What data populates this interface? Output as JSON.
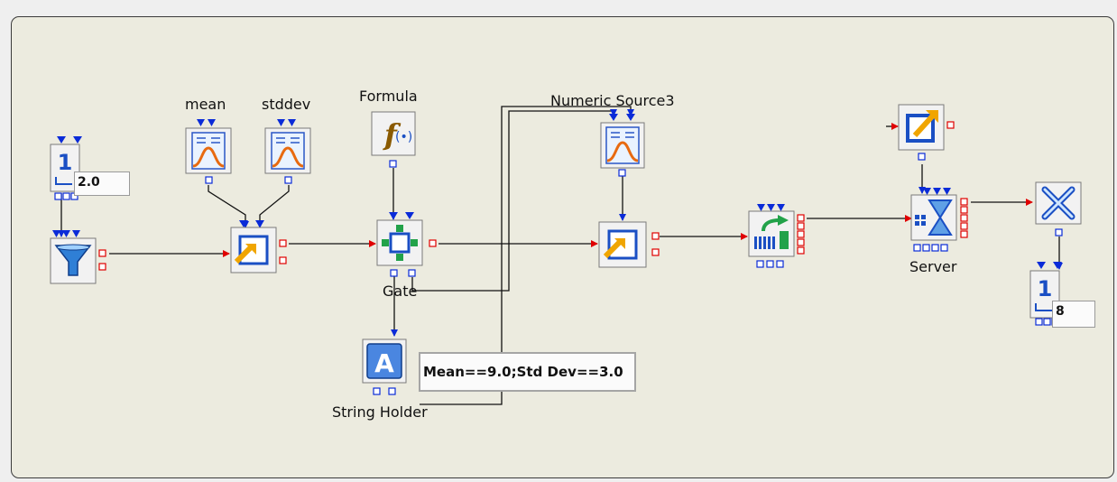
{
  "labels": {
    "mean": "mean",
    "stddev": "stddev",
    "formula": "Formula",
    "numeric_source": "Numeric Source3",
    "gate": "Gate",
    "server": "Server",
    "string_holder": "String Holder"
  },
  "values": {
    "counter_left": "2.0",
    "counter_right": "8",
    "string_holder_text": "Mean==9.0;Std Dev==3.0"
  },
  "colors": {
    "canvas": "#ecebdf",
    "wire": "#111111",
    "input_port": "#0a2bd8",
    "output_port": "#e00000"
  },
  "icons": [
    "counter-icon",
    "filter-icon",
    "distribution-icon",
    "formula-icon",
    "switch-icon",
    "gate-icon",
    "queue-icon",
    "server-icon",
    "exit-icon",
    "terminate-icon",
    "string-holder-icon"
  ]
}
